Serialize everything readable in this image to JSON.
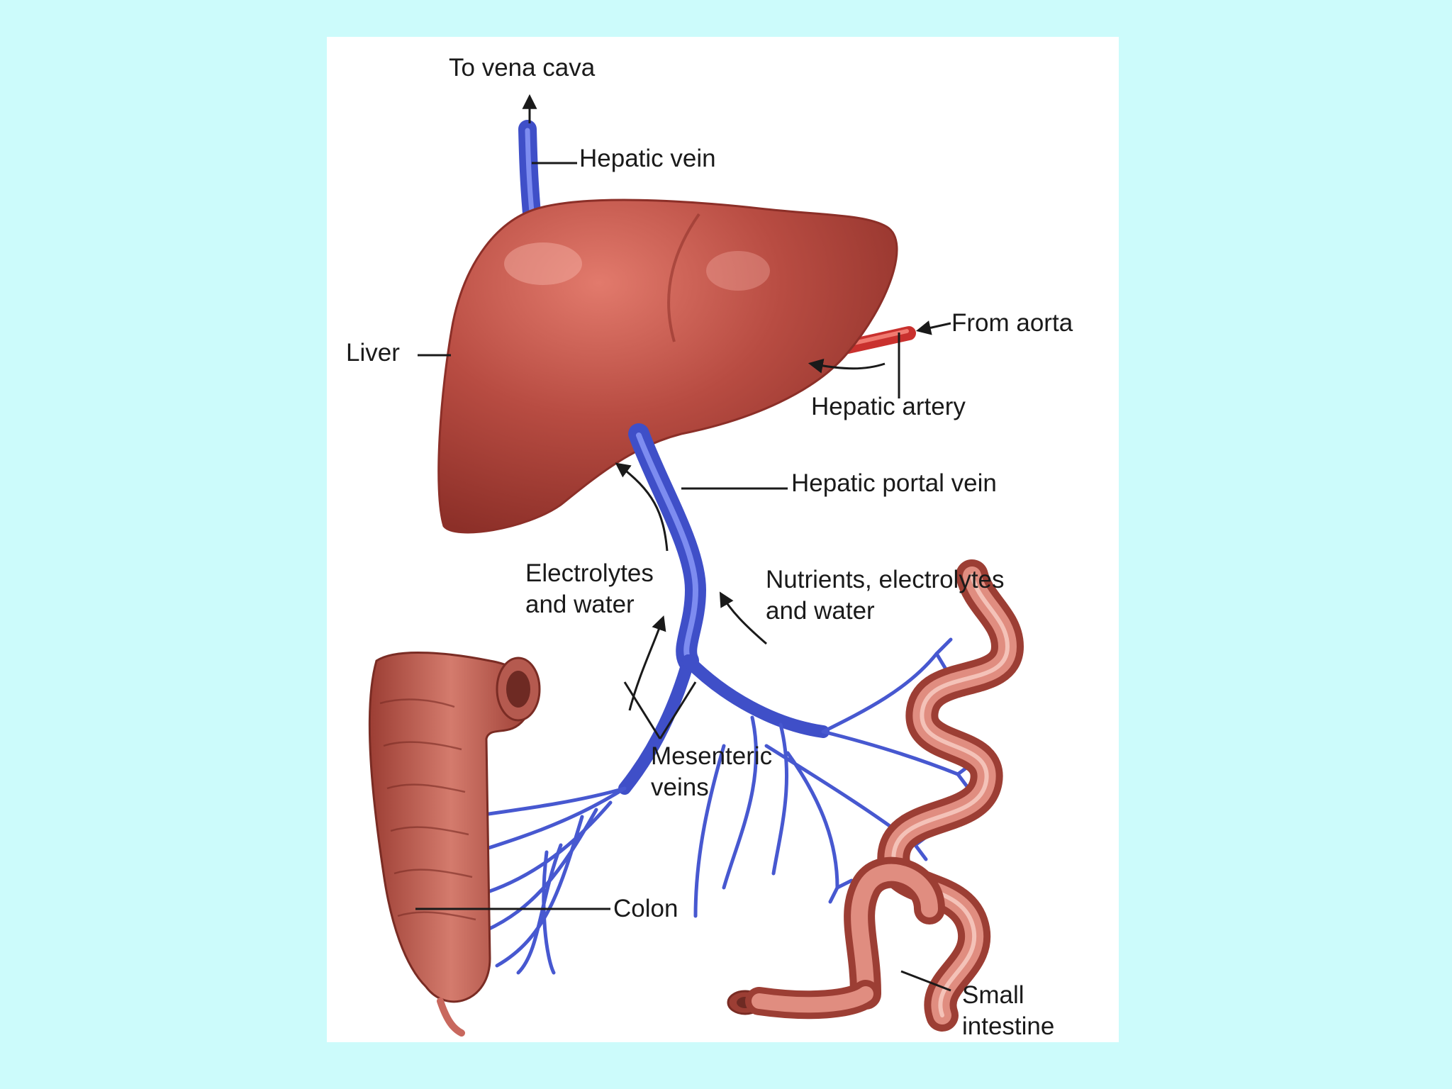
{
  "labels": {
    "to_vena_cava": "To vena cava",
    "hepatic_vein": "Hepatic vein",
    "liver": "Liver",
    "from_aorta": "From aorta",
    "hepatic_artery": "Hepatic artery",
    "hepatic_portal_vein": "Hepatic portal vein",
    "electrolytes_water_line1": "Electrolytes",
    "electrolytes_water_line2": "and water",
    "nutrients_line1": "Nutrients, electrolytes",
    "nutrients_line2": "and water",
    "mesenteric_line1": "Mesenteric",
    "mesenteric_line2": "veins",
    "colon": "Colon",
    "small_intestine_line1": "Small",
    "small_intestine_line2": "intestine"
  },
  "colors": {
    "background": "#ccfbfb",
    "panel": "#ffffff",
    "liver": "#b84c42",
    "vein": "#3f4fc8",
    "artery": "#d63a3a",
    "intestine": "#c8685e",
    "text": "#1a1a1a"
  }
}
